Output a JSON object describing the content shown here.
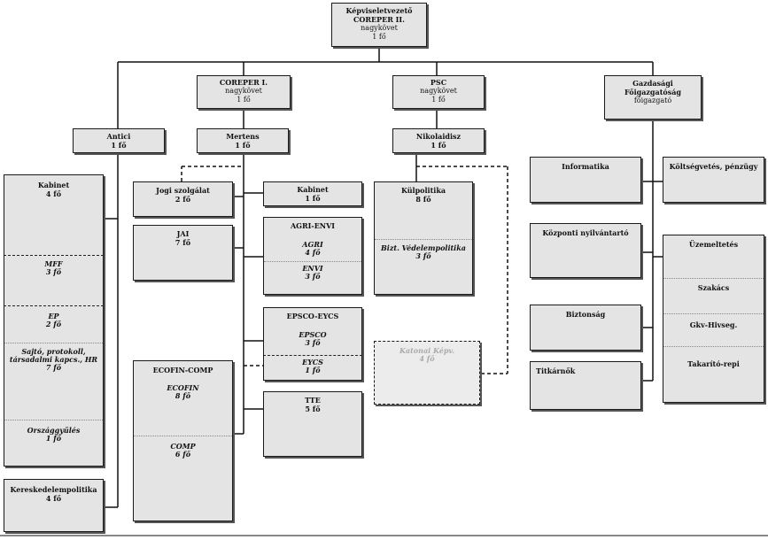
{
  "top": {
    "title": "Képviseletvezető",
    "subtitle": "COREPER II.",
    "role": "nagykövet",
    "count": "1 fő"
  },
  "coreper1": {
    "title": "COREPER I.",
    "role": "nagykövet",
    "count": "1 fő"
  },
  "psc": {
    "title": "PSC",
    "role": "nagykövet",
    "count": "1 fő"
  },
  "gazd": {
    "title": "Gazdasági",
    "subtitle": "Főigazgatóság",
    "role": "főigazgató"
  },
  "antici": {
    "title": "Antici",
    "count": "1 fő"
  },
  "mertens": {
    "title": "Mertens",
    "count": "1 fő"
  },
  "nikolaidisz": {
    "title": "Nikolaidisz",
    "count": "1 fő"
  },
  "kabinet_left": {
    "title": "Kabinet",
    "count": "4 fő",
    "mff": {
      "title": "MFF",
      "count": "3 fő"
    },
    "ep": {
      "title": "EP",
      "count": "2 fő"
    },
    "sajto": {
      "line1": "Sajtó, protokoll,",
      "line2": "társadalmi kapcs., HR",
      "count": "7 fő"
    },
    "orszag": {
      "title": "Országgyűlés",
      "count": "1 fő"
    }
  },
  "keresk": {
    "title": "Kereskedelempolitika",
    "count": "4 fő"
  },
  "jogi": {
    "title": "Jogi szolgálat",
    "count": "2 fő"
  },
  "jai": {
    "title": "JAI",
    "count": "7 fő"
  },
  "ecofin": {
    "title": "ECOFIN-COMP",
    "ecofin": {
      "title": "ECOFIN",
      "count": "8 fő"
    },
    "comp": {
      "title": "COMP",
      "count": "6 fő"
    }
  },
  "kabinet_mid": {
    "title": "Kabinet",
    "count": "1 fő"
  },
  "agri": {
    "title": "AGRI-ENVI",
    "agri": {
      "title": "AGRI",
      "count": "4 fő"
    },
    "envi": {
      "title": "ENVI",
      "count": "3 fő"
    }
  },
  "epsco": {
    "title": "EPSCO-EYCS",
    "epsco": {
      "title": "EPSCO",
      "count": "3 fő"
    },
    "eycs": {
      "title": "EYCS",
      "count": "1 fő"
    }
  },
  "tte": {
    "title": "TTE",
    "count": "5 fő"
  },
  "kulpol": {
    "title": "Külpolitika",
    "count": "8 fő",
    "bizt": {
      "title": "Bizt. Védelempolitika",
      "count": "3 fő"
    }
  },
  "katonai": {
    "title": "Katonai Képv.",
    "count": "4 fő"
  },
  "informatika": {
    "title": "Informatika"
  },
  "koltseg": {
    "title": "Költségvetés, pénzügy"
  },
  "kozponti": {
    "title": "Központi nyilvántartó"
  },
  "biztonsag": {
    "title": "Biztonság"
  },
  "titkarnok": {
    "title": "Titkárnők"
  },
  "uzemelt": {
    "title": "Üzemeltetés",
    "szakacs": "Szakács",
    "gkv": "Gkv-Hivseg.",
    "takarito": "Takarító-repi"
  }
}
